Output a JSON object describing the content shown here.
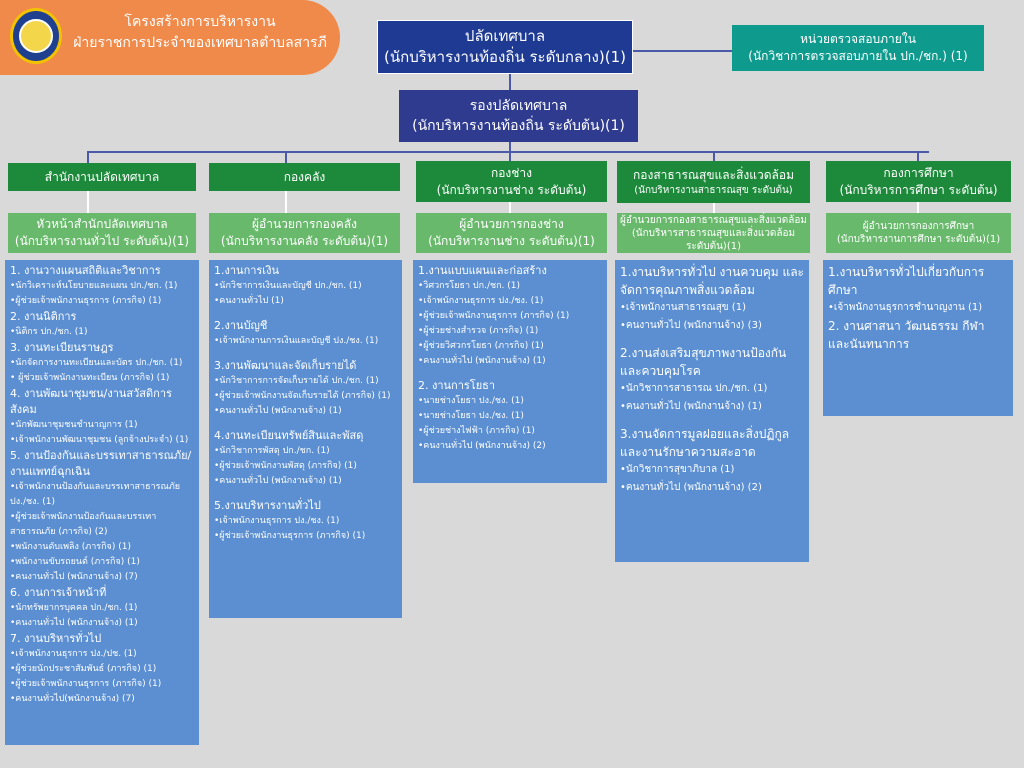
{
  "header": {
    "title_line1": "โครงสร้างการบริหารงาน",
    "title_line2": "ฝ่ายราชการประจำของเทศบาลตำบลสารภี"
  },
  "top": {
    "clerk_line1": "ปลัดเทศบาล",
    "clerk_line2": "(นักบริหารงานท้องถิ่น ระดับกลาง)(1)",
    "audit_line1": "หน่วยตรวจสอบภายใน",
    "audit_line2": "(นักวิชาการตรวจสอบภายใน ปก./ชก.) (1)",
    "deputy_line1": "รองปลัดเทศบาล",
    "deputy_line2": "(นักบริหารงานท้องถิ่น ระดับต้น)(1)"
  },
  "divisions": [
    {
      "name_line1": "สำนักงานปลัดเทศบาล",
      "name_line2": "",
      "head_line1": "หัวหน้าสำนักปลัดเทศบาล",
      "head_line2": "(นักบริหารงานทั่วไป ระดับต้น)(1)",
      "head_line3": "",
      "sections": [
        {
          "title": "1. งานวางแผนสถิติและวิชาการ",
          "items": [
            "•นักวิเคราะห์นโยบายและแผน ปก./ชก. (1)",
            "•ผู้ช่วยเจ้าพนักงานธุรการ (ภารกิจ) (1)"
          ]
        },
        {
          "title": "2. งานนิติการ",
          "items": [
            "•นิติกร ปก./ชก. (1)"
          ]
        },
        {
          "title": "3. งานทะเบียนราษฎร",
          "items": [
            "•นักจัดการงานทะเบียนและบัตร ปก./ชก. (1)",
            "• ผู้ช่วยเจ้าพนักงานทะเบียน (ภารกิจ) (1)"
          ]
        },
        {
          "title": "4. งานพัฒนาชุมชน/งานสวัสดิการสังคม",
          "items": [
            "•นักพัฒนาชุมชนชำนาญการ (1)",
            "•เจ้าพนักงานพัฒนาชุมชน (ลูกจ้างประจำ) (1)"
          ]
        },
        {
          "title": "5. งานป้องกันและบรรเทาสาธารณภัย/",
          "items": []
        },
        {
          "title": "งานแพทย์ฉุกเฉิน",
          "items": [
            "•เจ้าพนักงานป้องกันและบรรเทาสาธารณภัย",
            "ปง./ชง. (1)",
            "•ผู้ช่วยเจ้าพนักงานป้องกันและบรรเทา",
            "สาธารณภัย (ภารกิจ) (2)",
            "•พนักงานดับเพลิง (ภารกิจ) (1)",
            "•พนักงานขับรถยนต์ (ภารกิจ) (1)",
            "•คนงานทั่วไป (พนักงานจ้าง) (7)"
          ]
        },
        {
          "title": "6. งานการเจ้าหน้าที่",
          "items": [
            "•นักทรัพยากรบุคคล ปก./ชก. (1)",
            "•คนงานทั่วไป (พนักงานจ้าง) (1)"
          ]
        },
        {
          "title": "7. งานบริหารทั่วไป",
          "items": [
            "•เจ้าพนักงานธุรการ ปง./ปช. (1)",
            "•ผู้ช่วยนักประชาสัมพันธ์ (ภารกิจ) (1)",
            "•ผู้ช่วยเจ้าพนักงานธุรการ (ภารกิจ) (1)",
            "•คนงานทั่วไป(พนักงานจ้าง) (7)"
          ]
        }
      ]
    },
    {
      "name_line1": "กองคลัง",
      "name_line2": "",
      "head_line1": "ผู้อำนวยการกองคลัง",
      "head_line2": "(นักบริหารงานคลัง ระดับต้น)(1)",
      "head_line3": "",
      "sections": [
        {
          "title": "1.งานการเงิน",
          "items": [
            "•นักวิชาการเงินและบัญชี ปก./ชก. (1)",
            "•คนงานทั่วไป (1)"
          ]
        },
        {
          "title": "2.งานบัญชี",
          "items": [
            "•เจ้าพนักงานการเงินและบัญชี ปง./ชง. (1)"
          ]
        },
        {
          "title": "3.งานพัฒนาและจัดเก็บรายได้",
          "items": [
            "•นักวิชาการการจัดเก็บรายได้ ปก./ชก. (1)",
            "•ผู้ช่วยเจ้าพนักงานจัดเก็บรายได้ (ภารกิจ) (1)",
            "•คนงานทั่วไป (พนักงานจ้าง) (1)"
          ]
        },
        {
          "title": "4.งานทะเบียนทรัพย์สินและพัสดุ",
          "items": [
            "•นักวิชาการพัสดุ ปก./ชก. (1)",
            "•ผู้ช่วยเจ้าพนักงานพัสดุ (ภารกิจ) (1)",
            "•คนงานทั่วไป (พนักงานจ้าง) (1)"
          ]
        },
        {
          "title": "5.งานบริหารงานทั่วไป",
          "items": [
            "•เจ้าพนักงานธุรการ ปง./ชง. (1)",
            "•ผู้ช่วยเจ้าพนักงานธุรการ (ภารกิจ) (1)"
          ]
        }
      ]
    },
    {
      "name_line1": "กองช่าง",
      "name_line2": "(นักบริหารงานช่าง ระดับต้น)",
      "head_line1": "ผู้อำนวยการกองช่าง",
      "head_line2": "(นักบริหารงานช่าง ระดับต้น)(1)",
      "head_line3": "",
      "sections": [
        {
          "title": "1.งานแบบแผนและก่อสร้าง",
          "items": [
            "•วิศวกรโยธา ปก./ชก. (1)",
            "•เจ้าพนักงานธุรการ ปง./ชง. (1)",
            "•ผู้ช่วยเจ้าพนักงานธุรการ (ภารกิจ) (1)",
            "•ผู้ช่วยช่างสำรวจ (ภารกิจ) (1)",
            "•ผู้ช่วยวิศวกรโยธา (ภารกิจ) (1)",
            "•คนงานทั่วไป (พนักงานจ้าง) (1)"
          ]
        },
        {
          "title": "2. งานการโยธา",
          "items": [
            "•นายช่างโยธา ปง./ชง. (1)",
            "•นายช่างโยธา ปง./ชง. (1)",
            "•ผู้ช่วยช่างไฟฟ้า (ภารกิจ) (1)",
            "•คนงานทั่วไป (พนักงานจ้าง) (2)"
          ]
        }
      ]
    },
    {
      "name_line1": "กองสาธารณสุขและสิ่งแวดล้อม",
      "name_line2": "(นักบริหารงานสาธารณสุข ระดับต้น)",
      "head_line1": "ผู้อำนวยการกองสาธารณสุขและสิ่งแวดล้อม",
      "head_line2": "(นักบริหารสาธารณสุขและสิ่งแวดล้อม",
      "head_line3": "ระดับต้น)(1)",
      "sections": [
        {
          "title": "1.งานบริหารทั่วไป งานควบคุม และ",
          "items": []
        },
        {
          "title": "จัดการคุณภาพสิ่งแวดล้อม",
          "items": [
            "•เจ้าพนักงานสาธารณสุข (1)",
            "•คนงานทั่วไป (พนักงานจ้าง) (3)"
          ]
        },
        {
          "title": "2.งานส่งเสริมสุขภาพงานป้องกัน",
          "items": []
        },
        {
          "title": "และควบคุมโรค",
          "items": [
            "•นักวิชาการสาธารณ ปก./ชก. (1)",
            "•คนงานทั่วไป (พนักงานจ้าง) (1)"
          ]
        },
        {
          "title": "3.งานจัดการมูลฝอยและสิ่งปฏิกูล",
          "items": []
        },
        {
          "title": "และงานรักษาความสะอาด",
          "items": [
            "•นักวิชาการสุขาภิบาล (1)",
            "•คนงานทั่วไป (พนักงานจ้าง) (2)"
          ]
        }
      ]
    },
    {
      "name_line1": "กองการศึกษา",
      "name_line2": "(นักบริหารการศึกษา ระดับต้น)",
      "head_line1": "ผู้อำนวยการกองการศึกษา",
      "head_line2": "(นักบริหารงานการศึกษา ระดับต้น)(1)",
      "head_line3": "",
      "sections": [
        {
          "title": "1.งานบริหารทั่วไปเกี่ยวกับการ",
          "items": []
        },
        {
          "title": "ศึกษา",
          "items": [
            "•เจ้าพนักงานธุรการชำนาญงาน (1)"
          ]
        },
        {
          "title": "2. งานศาสนา วัฒนธรรม กีฬา",
          "items": []
        },
        {
          "title": "และนันทนาการ",
          "items": []
        }
      ]
    }
  ]
}
